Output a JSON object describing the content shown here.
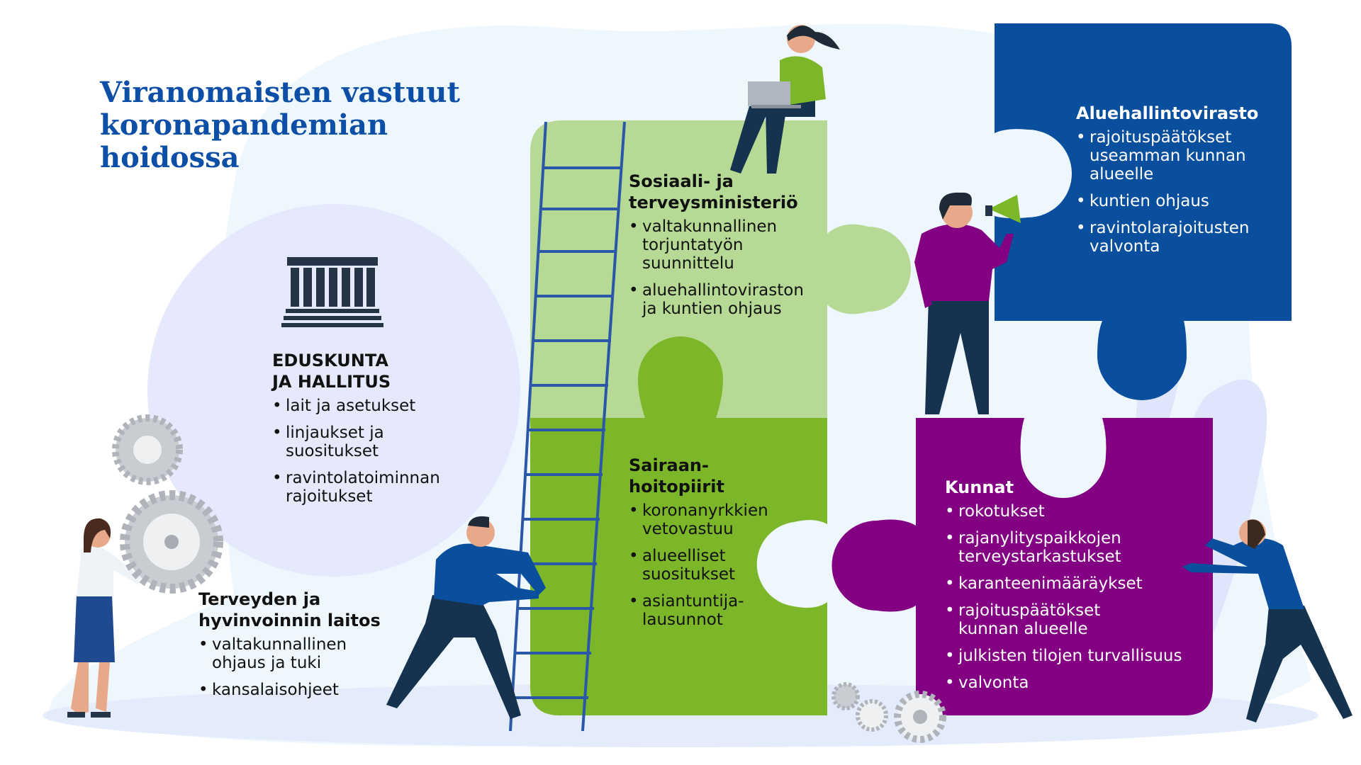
{
  "title": [
    "Viranomaisten vastuut",
    "koronapandemian",
    "hoidossa"
  ],
  "colors": {
    "title": "#0d4ea6",
    "stm_piece": "#b6da95",
    "sairaanhoito_piece": "#7cb72a",
    "avi_piece": "#0a4f9e",
    "kunnat_piece": "#830082",
    "circle": "#e6e9fb",
    "background": "#eef7fd"
  },
  "eduskunta": {
    "heading": [
      "EDUSKUNTA",
      "JA HALLITUS"
    ],
    "icon": "parliament-building-icon",
    "items": [
      "lait ja asetukset",
      "linjaukset ja suositukset",
      "ravintolatoiminnan rajoitukset"
    ]
  },
  "thl": {
    "heading": [
      "Terveyden ja",
      "hyvinvoinnin laitos"
    ],
    "items": [
      "valtakunnallinen ohjaus ja tuki",
      "kansalaisohjeet"
    ]
  },
  "stm": {
    "heading": [
      "Sosiaali- ja",
      "terveysministeriö"
    ],
    "items": [
      "valtakunnallinen torjuntatyön suunnittelu",
      "aluehallintoviraston ja kuntien ohjaus"
    ]
  },
  "sairaanhoitopiirit": {
    "heading": [
      "Sairaan-",
      "hoitopiirit"
    ],
    "items": [
      "koronanyrkkien vetovastuu",
      "alueelliset suositukset",
      "asiantuntija-lausunnot"
    ]
  },
  "avi": {
    "heading": [
      "Aluehallintovirasto"
    ],
    "items": [
      "rajoituspäätökset useamman kunnan alueelle",
      "kuntien ohjaus",
      "ravintolarajoitusten valvonta"
    ]
  },
  "kunnat": {
    "heading": [
      "Kunnat"
    ],
    "items": [
      "rokotukset",
      "rajanylityspaikkojen terveystarkastukset",
      "karanteenimääräykset",
      "rajoituspäätökset kunnan alueelle",
      "julkisten tilojen turvallisuus",
      "valvonta"
    ]
  }
}
